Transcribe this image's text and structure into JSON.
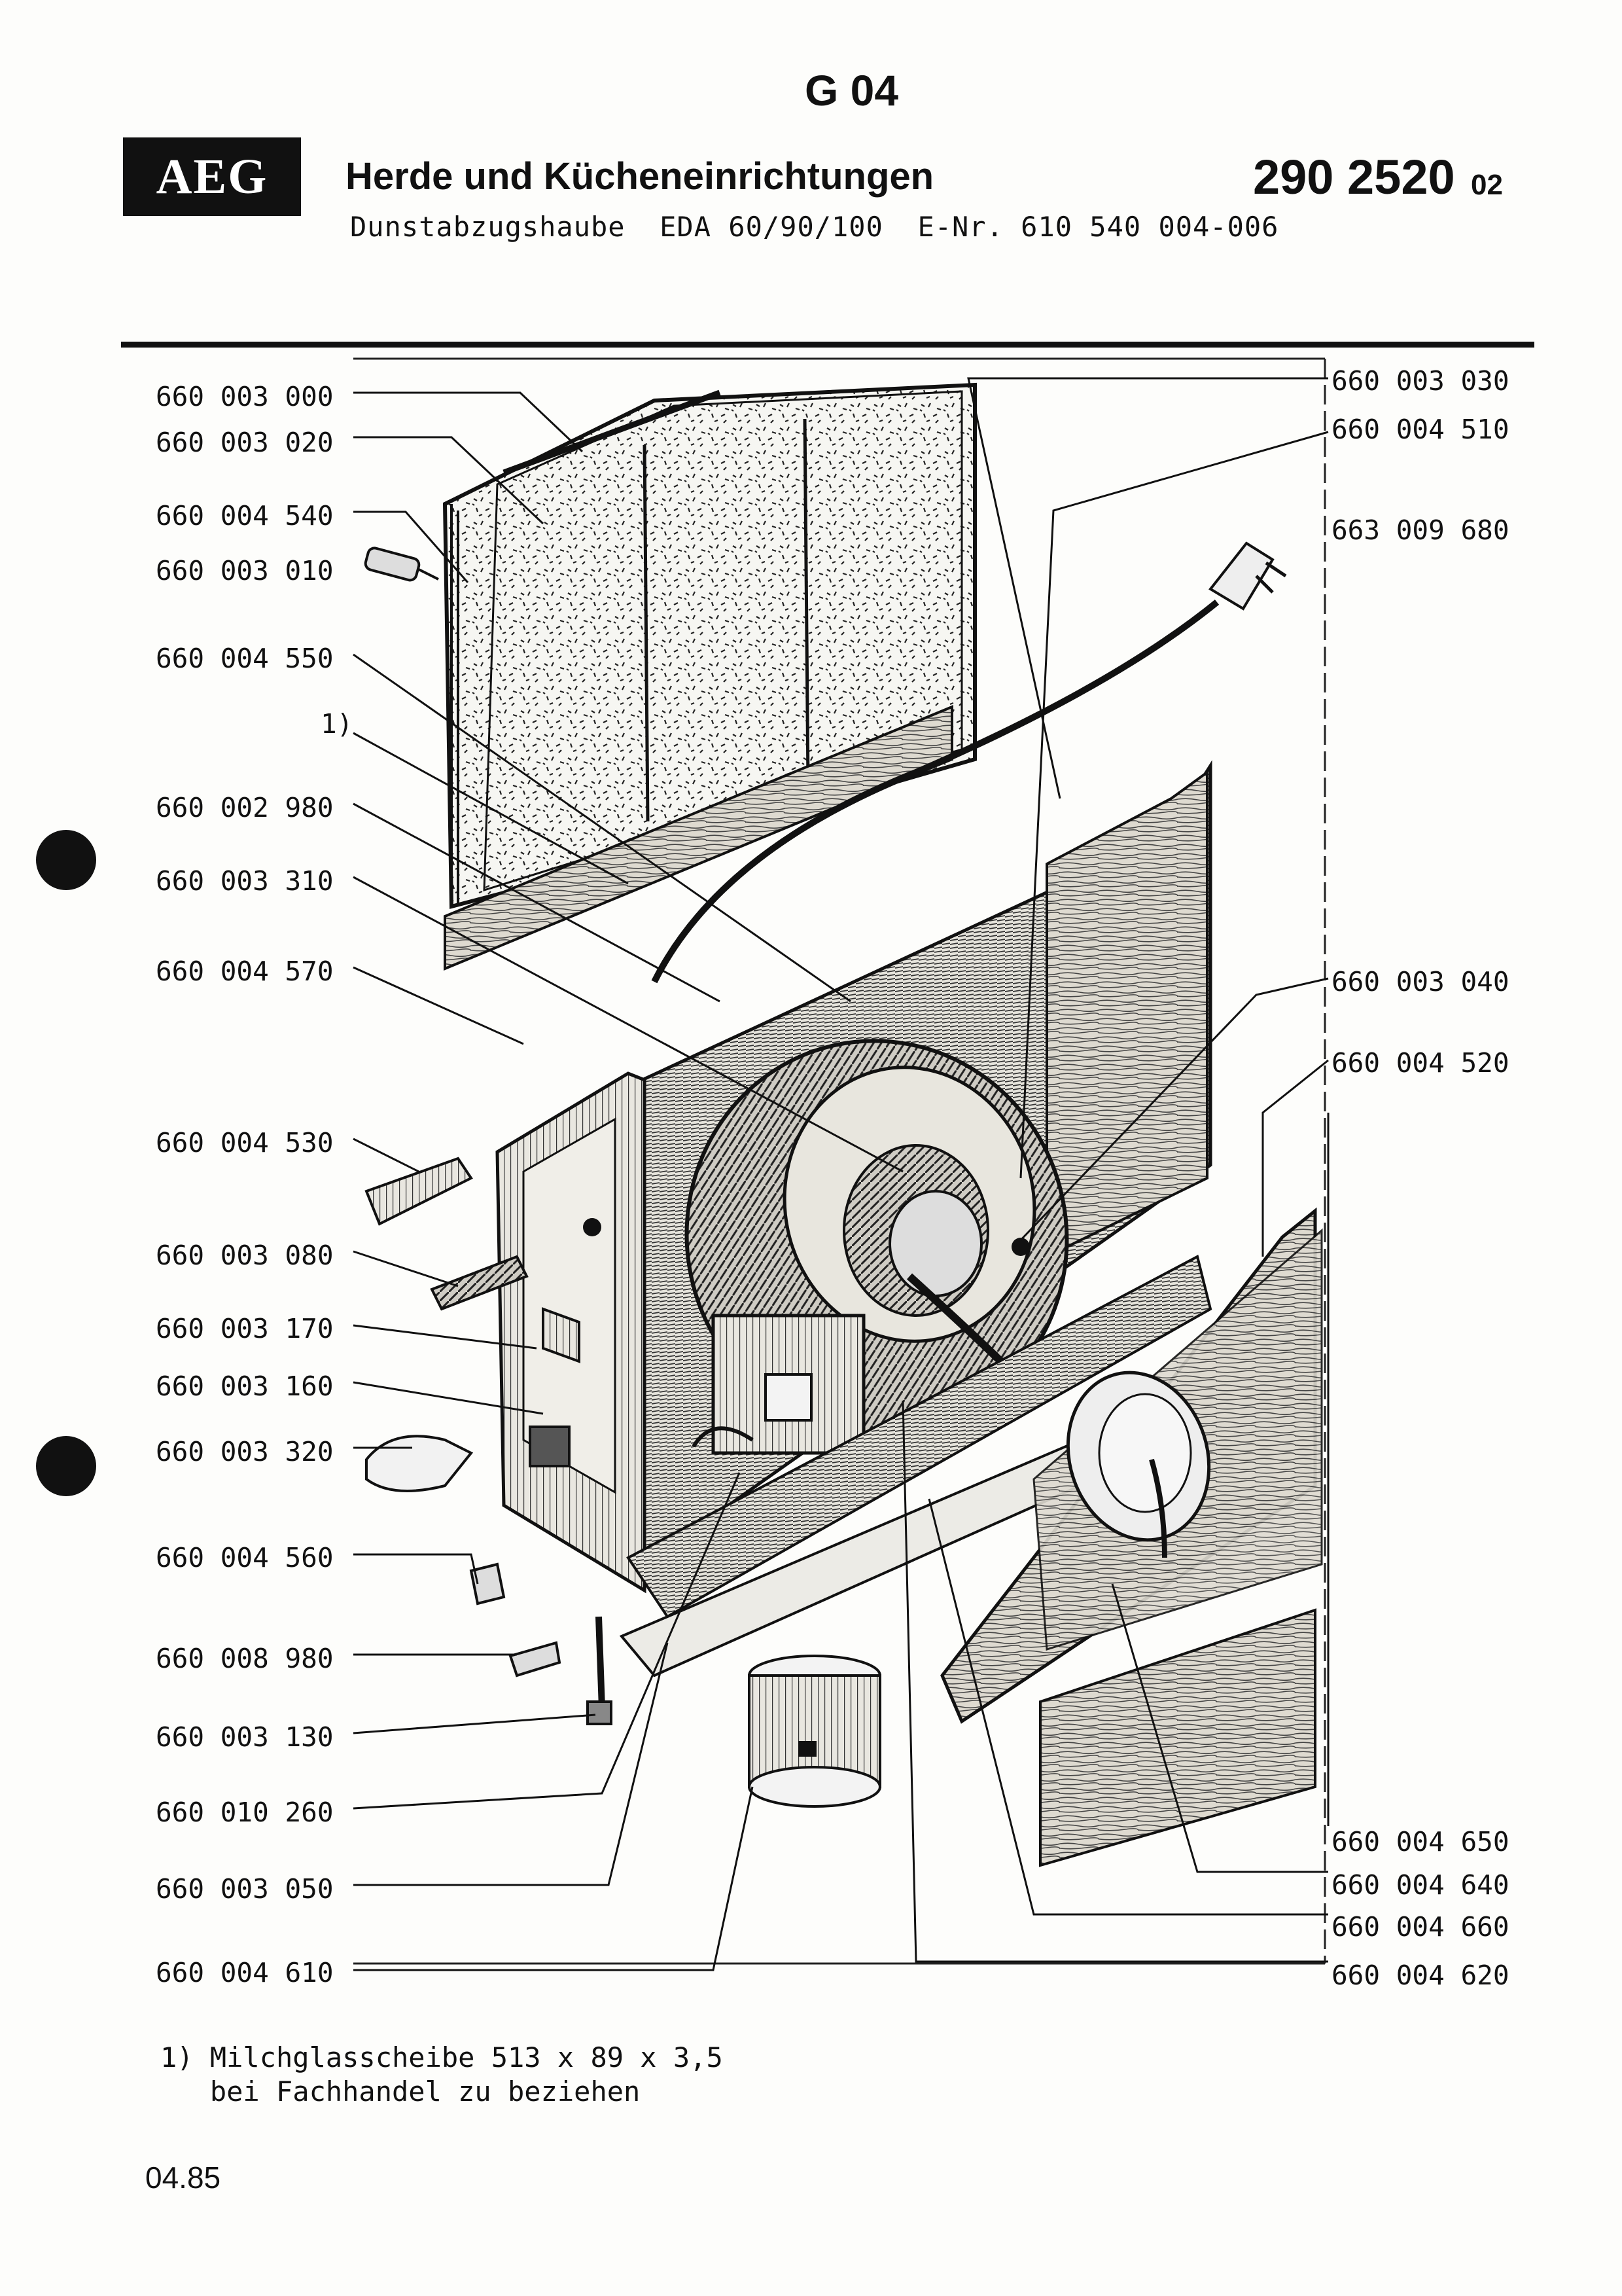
{
  "header": {
    "sheet_code": "G 04",
    "brand_logo": "AEG",
    "title": "Herde und Kücheneinrichtungen",
    "doc_number": "290 2520",
    "doc_suffix": "02",
    "subtitle": "Dunstabzugshaube  EDA 60/90/100  E-Nr. 610 540 004-006"
  },
  "parts_left": [
    {
      "label": "660 003 000"
    },
    {
      "label": "660 003 020"
    },
    {
      "label": "660 004 540"
    },
    {
      "label": "660 003 010"
    },
    {
      "label": "660 004 550"
    },
    {
      "label": "1)"
    },
    {
      "label": "660 002 980"
    },
    {
      "label": "660 003 310"
    },
    {
      "label": "660 004 570"
    },
    {
      "label": "660 004 530"
    },
    {
      "label": "660 003 080"
    },
    {
      "label": "660 003 170"
    },
    {
      "label": "660 003 160"
    },
    {
      "label": "660 003 320"
    },
    {
      "label": "660 004 560"
    },
    {
      "label": "660 008 980"
    },
    {
      "label": "660 003 130"
    },
    {
      "label": "660 010 260"
    },
    {
      "label": "660 003 050"
    },
    {
      "label": "660 004 610"
    }
  ],
  "parts_right": [
    {
      "label": "660 003 030"
    },
    {
      "label": "660 004 510"
    },
    {
      "label": "663 009 680"
    },
    {
      "label": "660 003 040"
    },
    {
      "label": "660 004 520"
    },
    {
      "label": "660 004 650"
    },
    {
      "label": "660 004 640"
    },
    {
      "label": "660 004 660"
    },
    {
      "label": "660 004 620"
    }
  ],
  "footnote": {
    "line1": "1) Milchglasscheibe 513 x 89 x 3,5",
    "line2": "   bei Fachhandel zu beziehen"
  },
  "date": "04.85"
}
